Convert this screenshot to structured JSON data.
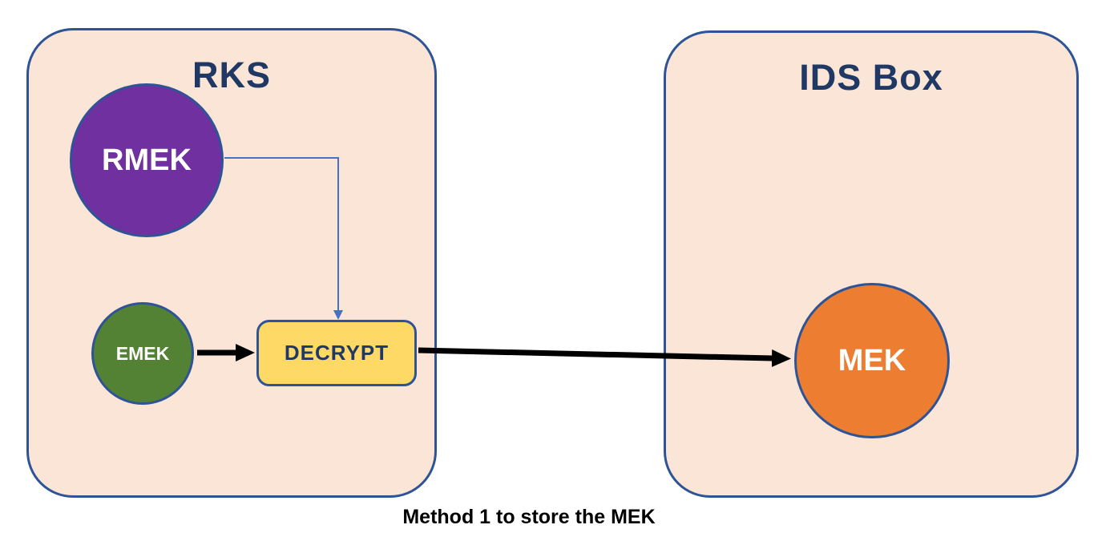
{
  "diagram": {
    "caption": "Method 1 to store the MEK",
    "rks": {
      "title": "RKS"
    },
    "ids": {
      "title": "IDS Box"
    },
    "nodes": {
      "rmek": {
        "label": "RMEK",
        "fill": "#7030a0"
      },
      "emek": {
        "label": "EMEK",
        "fill": "#548235"
      },
      "decrypt": {
        "label": "DECRYPT",
        "fill": "#ffd966"
      },
      "mek": {
        "label": "MEK",
        "fill": "#ed7d31"
      }
    },
    "colors": {
      "container_fill": "#fbe5d6",
      "container_border": "#2e5496",
      "title_text": "#1f3864",
      "node_text": "#ffffff",
      "connector_blue": "#4472c4",
      "arrow_black": "#000000",
      "caption_text": "#000000"
    }
  }
}
